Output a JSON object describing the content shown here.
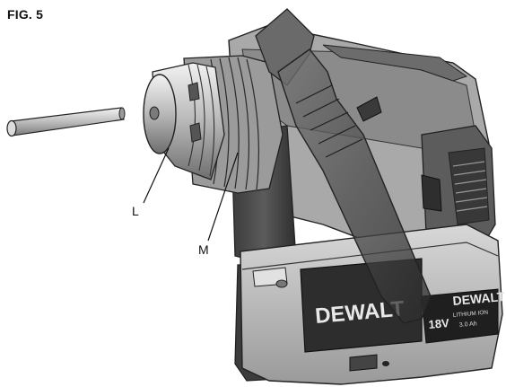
{
  "figure": {
    "title": "FIG. 5",
    "callouts": {
      "l": "L",
      "m": "M"
    },
    "battery": {
      "brand": "DEWALT",
      "voltage": "18V",
      "chemistry": "LITHIUM ION",
      "capacity": "3.0 Ah"
    }
  },
  "colors": {
    "ink": "#111111",
    "body_dark": "#4a4a4a",
    "body_mid": "#8c8c8c",
    "body_light": "#c9c9c9",
    "accent_yellow": "#e7e7e7"
  }
}
